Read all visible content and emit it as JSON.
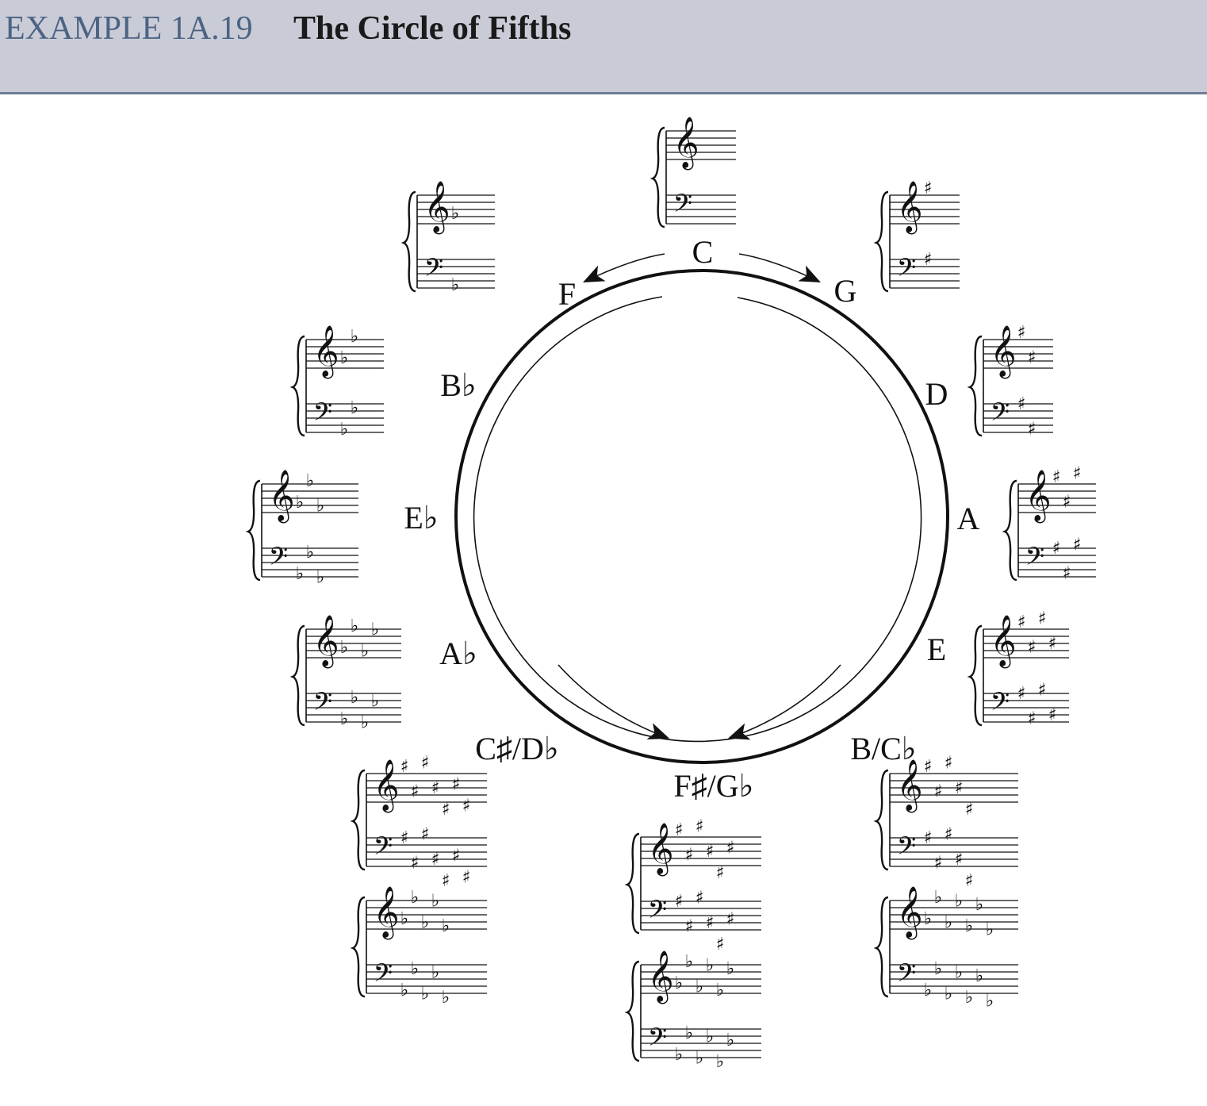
{
  "header": {
    "example_label": "EXAMPLE 1A.19",
    "title": "The Circle of Fifths"
  },
  "colors": {
    "header_bg": "#c9ccd6",
    "header_rule": "#6f7d95",
    "label_blue": "#4d6384",
    "ink": "#111111"
  },
  "keys": [
    {
      "id": "C",
      "label": "C",
      "signatures": [
        {
          "acc": "none",
          "count": 0
        }
      ]
    },
    {
      "id": "G",
      "label": "G",
      "signatures": [
        {
          "acc": "sharp",
          "count": 1
        }
      ]
    },
    {
      "id": "D",
      "label": "D",
      "signatures": [
        {
          "acc": "sharp",
          "count": 2
        }
      ]
    },
    {
      "id": "A",
      "label": "A",
      "signatures": [
        {
          "acc": "sharp",
          "count": 3
        }
      ]
    },
    {
      "id": "E",
      "label": "E",
      "signatures": [
        {
          "acc": "sharp",
          "count": 4
        }
      ]
    },
    {
      "id": "B",
      "label": "B/C♭",
      "signatures": [
        {
          "acc": "sharp",
          "count": 5
        },
        {
          "acc": "flat",
          "count": 7
        }
      ]
    },
    {
      "id": "Fs",
      "label": "F♯/G♭",
      "signatures": [
        {
          "acc": "sharp",
          "count": 6
        },
        {
          "acc": "flat",
          "count": 6
        }
      ]
    },
    {
      "id": "Cs",
      "label": "C♯/D♭",
      "signatures": [
        {
          "acc": "sharp",
          "count": 7
        },
        {
          "acc": "flat",
          "count": 5
        }
      ]
    },
    {
      "id": "Ab",
      "label": "A♭",
      "signatures": [
        {
          "acc": "flat",
          "count": 4
        }
      ]
    },
    {
      "id": "Eb",
      "label": "E♭",
      "signatures": [
        {
          "acc": "flat",
          "count": 3
        }
      ]
    },
    {
      "id": "Bb",
      "label": "B♭",
      "signatures": [
        {
          "acc": "flat",
          "count": 2
        }
      ]
    },
    {
      "id": "F",
      "label": "F",
      "signatures": [
        {
          "acc": "flat",
          "count": 1
        }
      ]
    }
  ]
}
